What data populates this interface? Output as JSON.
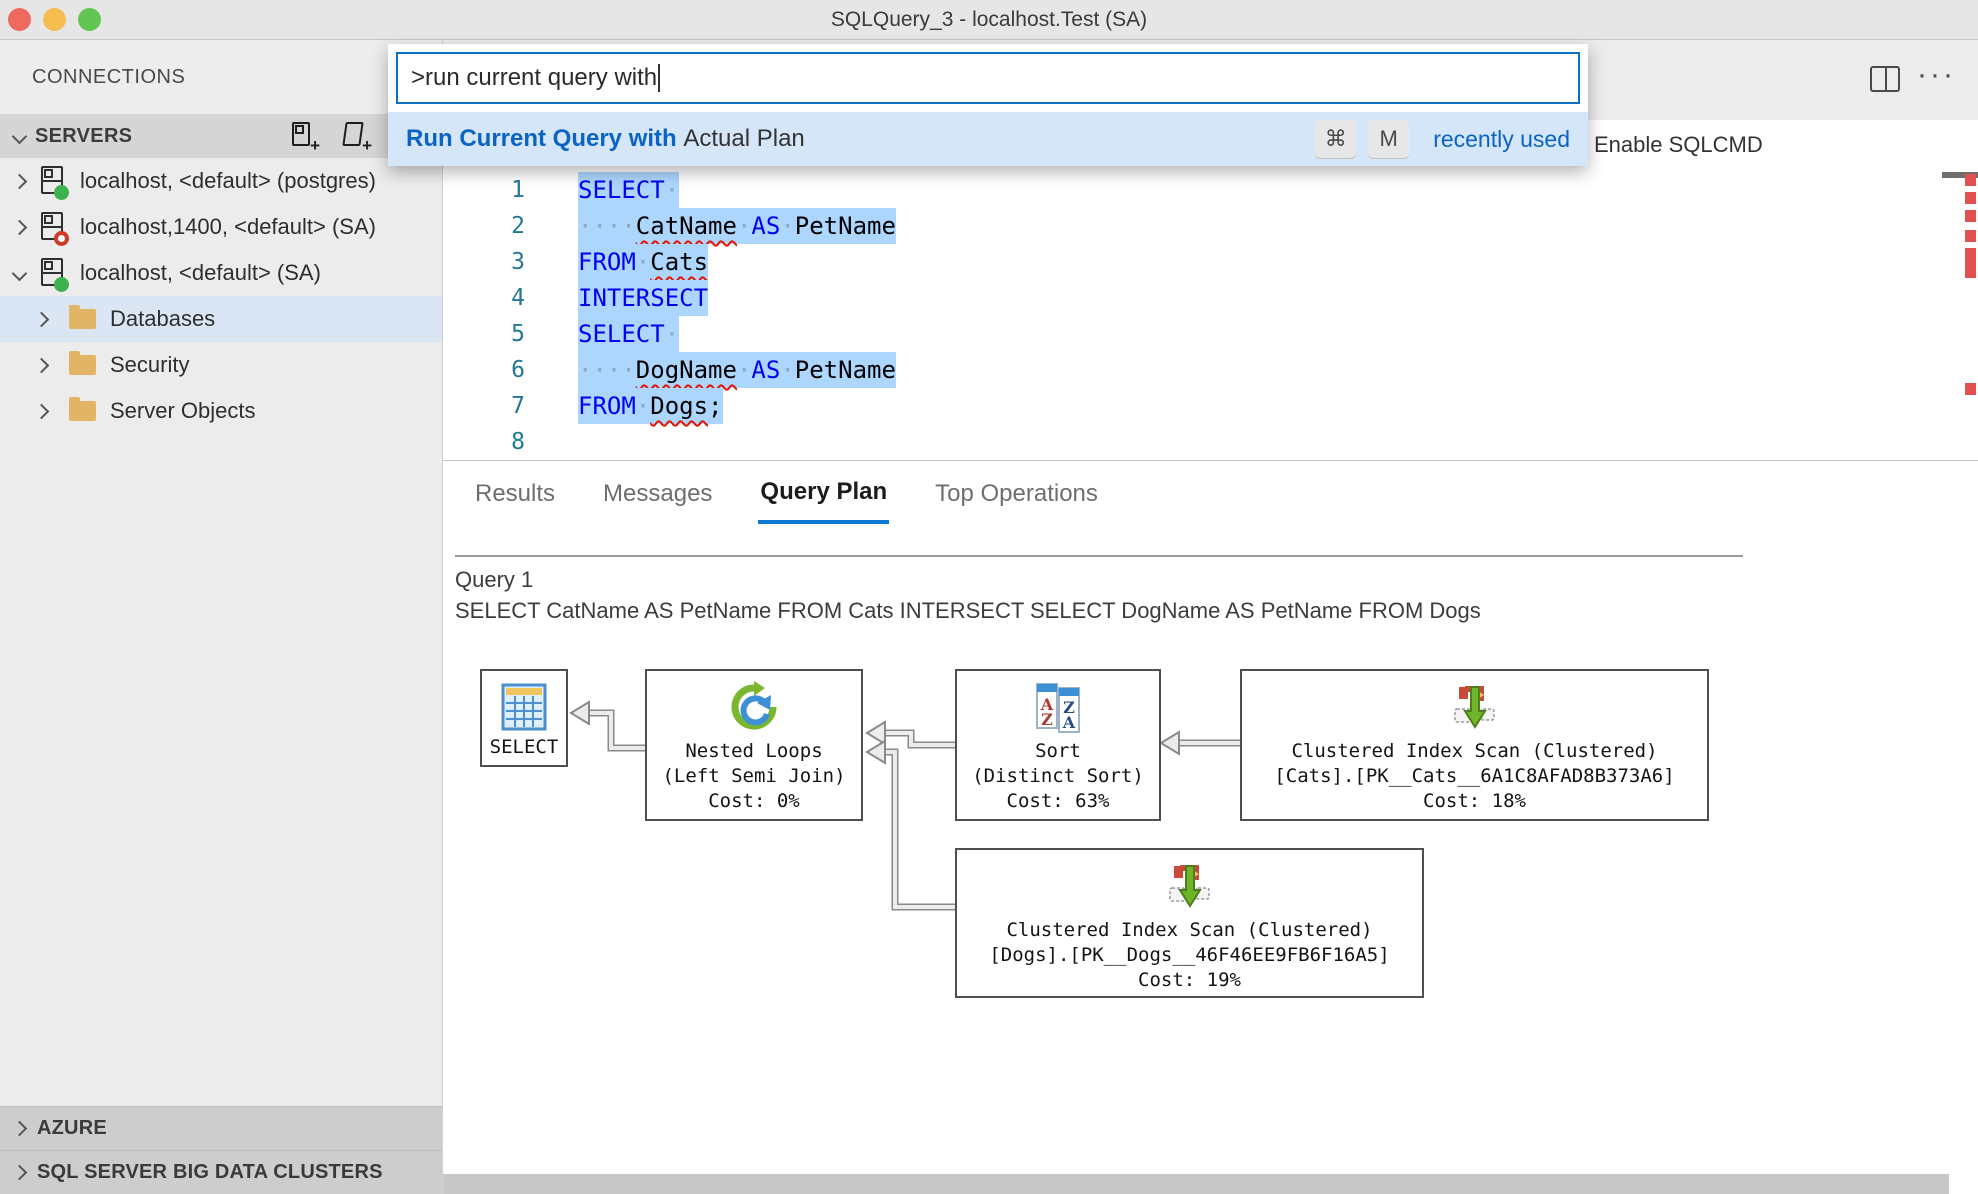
{
  "window": {
    "title": "SQLQuery_3 - localhost.Test (SA)"
  },
  "sidebar": {
    "connections_label": "CONNECTIONS",
    "connections_more": "···",
    "servers_label": "SERVERS",
    "servers": [
      {
        "label": "localhost, <default> (postgres)",
        "status": "online",
        "expanded": false
      },
      {
        "label": "localhost,1400, <default> (SA)",
        "status": "offline",
        "expanded": false
      },
      {
        "label": "localhost, <default> (SA)",
        "status": "online",
        "expanded": true
      }
    ],
    "folders": [
      {
        "label": "Databases",
        "selected": true
      },
      {
        "label": "Security",
        "selected": false
      },
      {
        "label": "Server Objects",
        "selected": false
      }
    ],
    "bottom_sections": [
      {
        "label": "AZURE"
      },
      {
        "label": "SQL SERVER BIG DATA CLUSTERS"
      }
    ]
  },
  "command_palette": {
    "input_value": ">run current query with",
    "suggestion": {
      "match": "Run Current Query with ",
      "rest": "Actual Plan",
      "keys": [
        "⌘",
        "M"
      ],
      "note": "recently used"
    }
  },
  "toolbar": {
    "enable_sqlcmd_label": "Enable SQLCMD"
  },
  "editor": {
    "lines": [
      {
        "num": "1",
        "selected": true,
        "segments": [
          {
            "text": "SELECT",
            "style": "kw"
          },
          {
            "text": "·",
            "style": "ws"
          }
        ]
      },
      {
        "num": "2",
        "selected": true,
        "segments": [
          {
            "text": "····",
            "style": "ws"
          },
          {
            "text": "CatName",
            "style": "err"
          },
          {
            "text": "·",
            "style": "ws"
          },
          {
            "text": "AS",
            "style": "kw"
          },
          {
            "text": "·",
            "style": "ws"
          },
          {
            "text": "PetName",
            "style": "id"
          }
        ]
      },
      {
        "num": "3",
        "selected": true,
        "segments": [
          {
            "text": "FROM",
            "style": "kw"
          },
          {
            "text": "·",
            "style": "ws"
          },
          {
            "text": "Cats",
            "style": "err"
          }
        ]
      },
      {
        "num": "4",
        "selected": true,
        "segments": [
          {
            "text": "INTERSECT",
            "style": "kw"
          }
        ]
      },
      {
        "num": "5",
        "selected": true,
        "segments": [
          {
            "text": "SELECT",
            "style": "kw"
          },
          {
            "text": "·",
            "style": "ws"
          }
        ]
      },
      {
        "num": "6",
        "selected": true,
        "segments": [
          {
            "text": "····",
            "style": "ws"
          },
          {
            "text": "DogName",
            "style": "err"
          },
          {
            "text": "·",
            "style": "ws"
          },
          {
            "text": "AS",
            "style": "kw"
          },
          {
            "text": "·",
            "style": "ws"
          },
          {
            "text": "PetName",
            "style": "id"
          }
        ]
      },
      {
        "num": "7",
        "selected": true,
        "segments": [
          {
            "text": "FROM",
            "style": "kw"
          },
          {
            "text": "·",
            "style": "ws"
          },
          {
            "text": "Dogs",
            "style": "err"
          },
          {
            "text": ";",
            "style": "id"
          }
        ]
      },
      {
        "num": "8",
        "selected": false,
        "segments": []
      }
    ]
  },
  "results": {
    "tabs": [
      {
        "label": "Results",
        "active": false
      },
      {
        "label": "Messages",
        "active": false
      },
      {
        "label": "Query Plan",
        "active": true
      },
      {
        "label": "Top Operations",
        "active": false
      }
    ],
    "query_title": "Query 1",
    "query_text": "SELECT CatName AS PetName FROM Cats INTERSECT SELECT DogName AS PetName FROM Dogs"
  },
  "plan": {
    "nodes": [
      {
        "id": "select",
        "icon": "result-table-icon",
        "lines": [
          "SELECT"
        ]
      },
      {
        "id": "nested-loops",
        "icon": "nested-loops-icon",
        "lines": [
          "Nested Loops",
          "(Left Semi Join)",
          "Cost: 0%"
        ]
      },
      {
        "id": "sort",
        "icon": "sort-az-icon",
        "lines": [
          "Sort",
          "(Distinct Sort)",
          "Cost: 63%"
        ]
      },
      {
        "id": "scan-cats",
        "icon": "index-scan-icon",
        "lines": [
          "Clustered Index Scan (Clustered)",
          "[Cats].[PK__Cats__6A1C8AFAD8B373A6]",
          "Cost: 18%"
        ]
      },
      {
        "id": "scan-dogs",
        "icon": "index-scan-icon",
        "lines": [
          "Clustered Index Scan (Clustered)",
          "[Dogs].[PK__Dogs__46F46EE9FB6F16A5]",
          "Cost: 19%"
        ]
      }
    ]
  }
}
